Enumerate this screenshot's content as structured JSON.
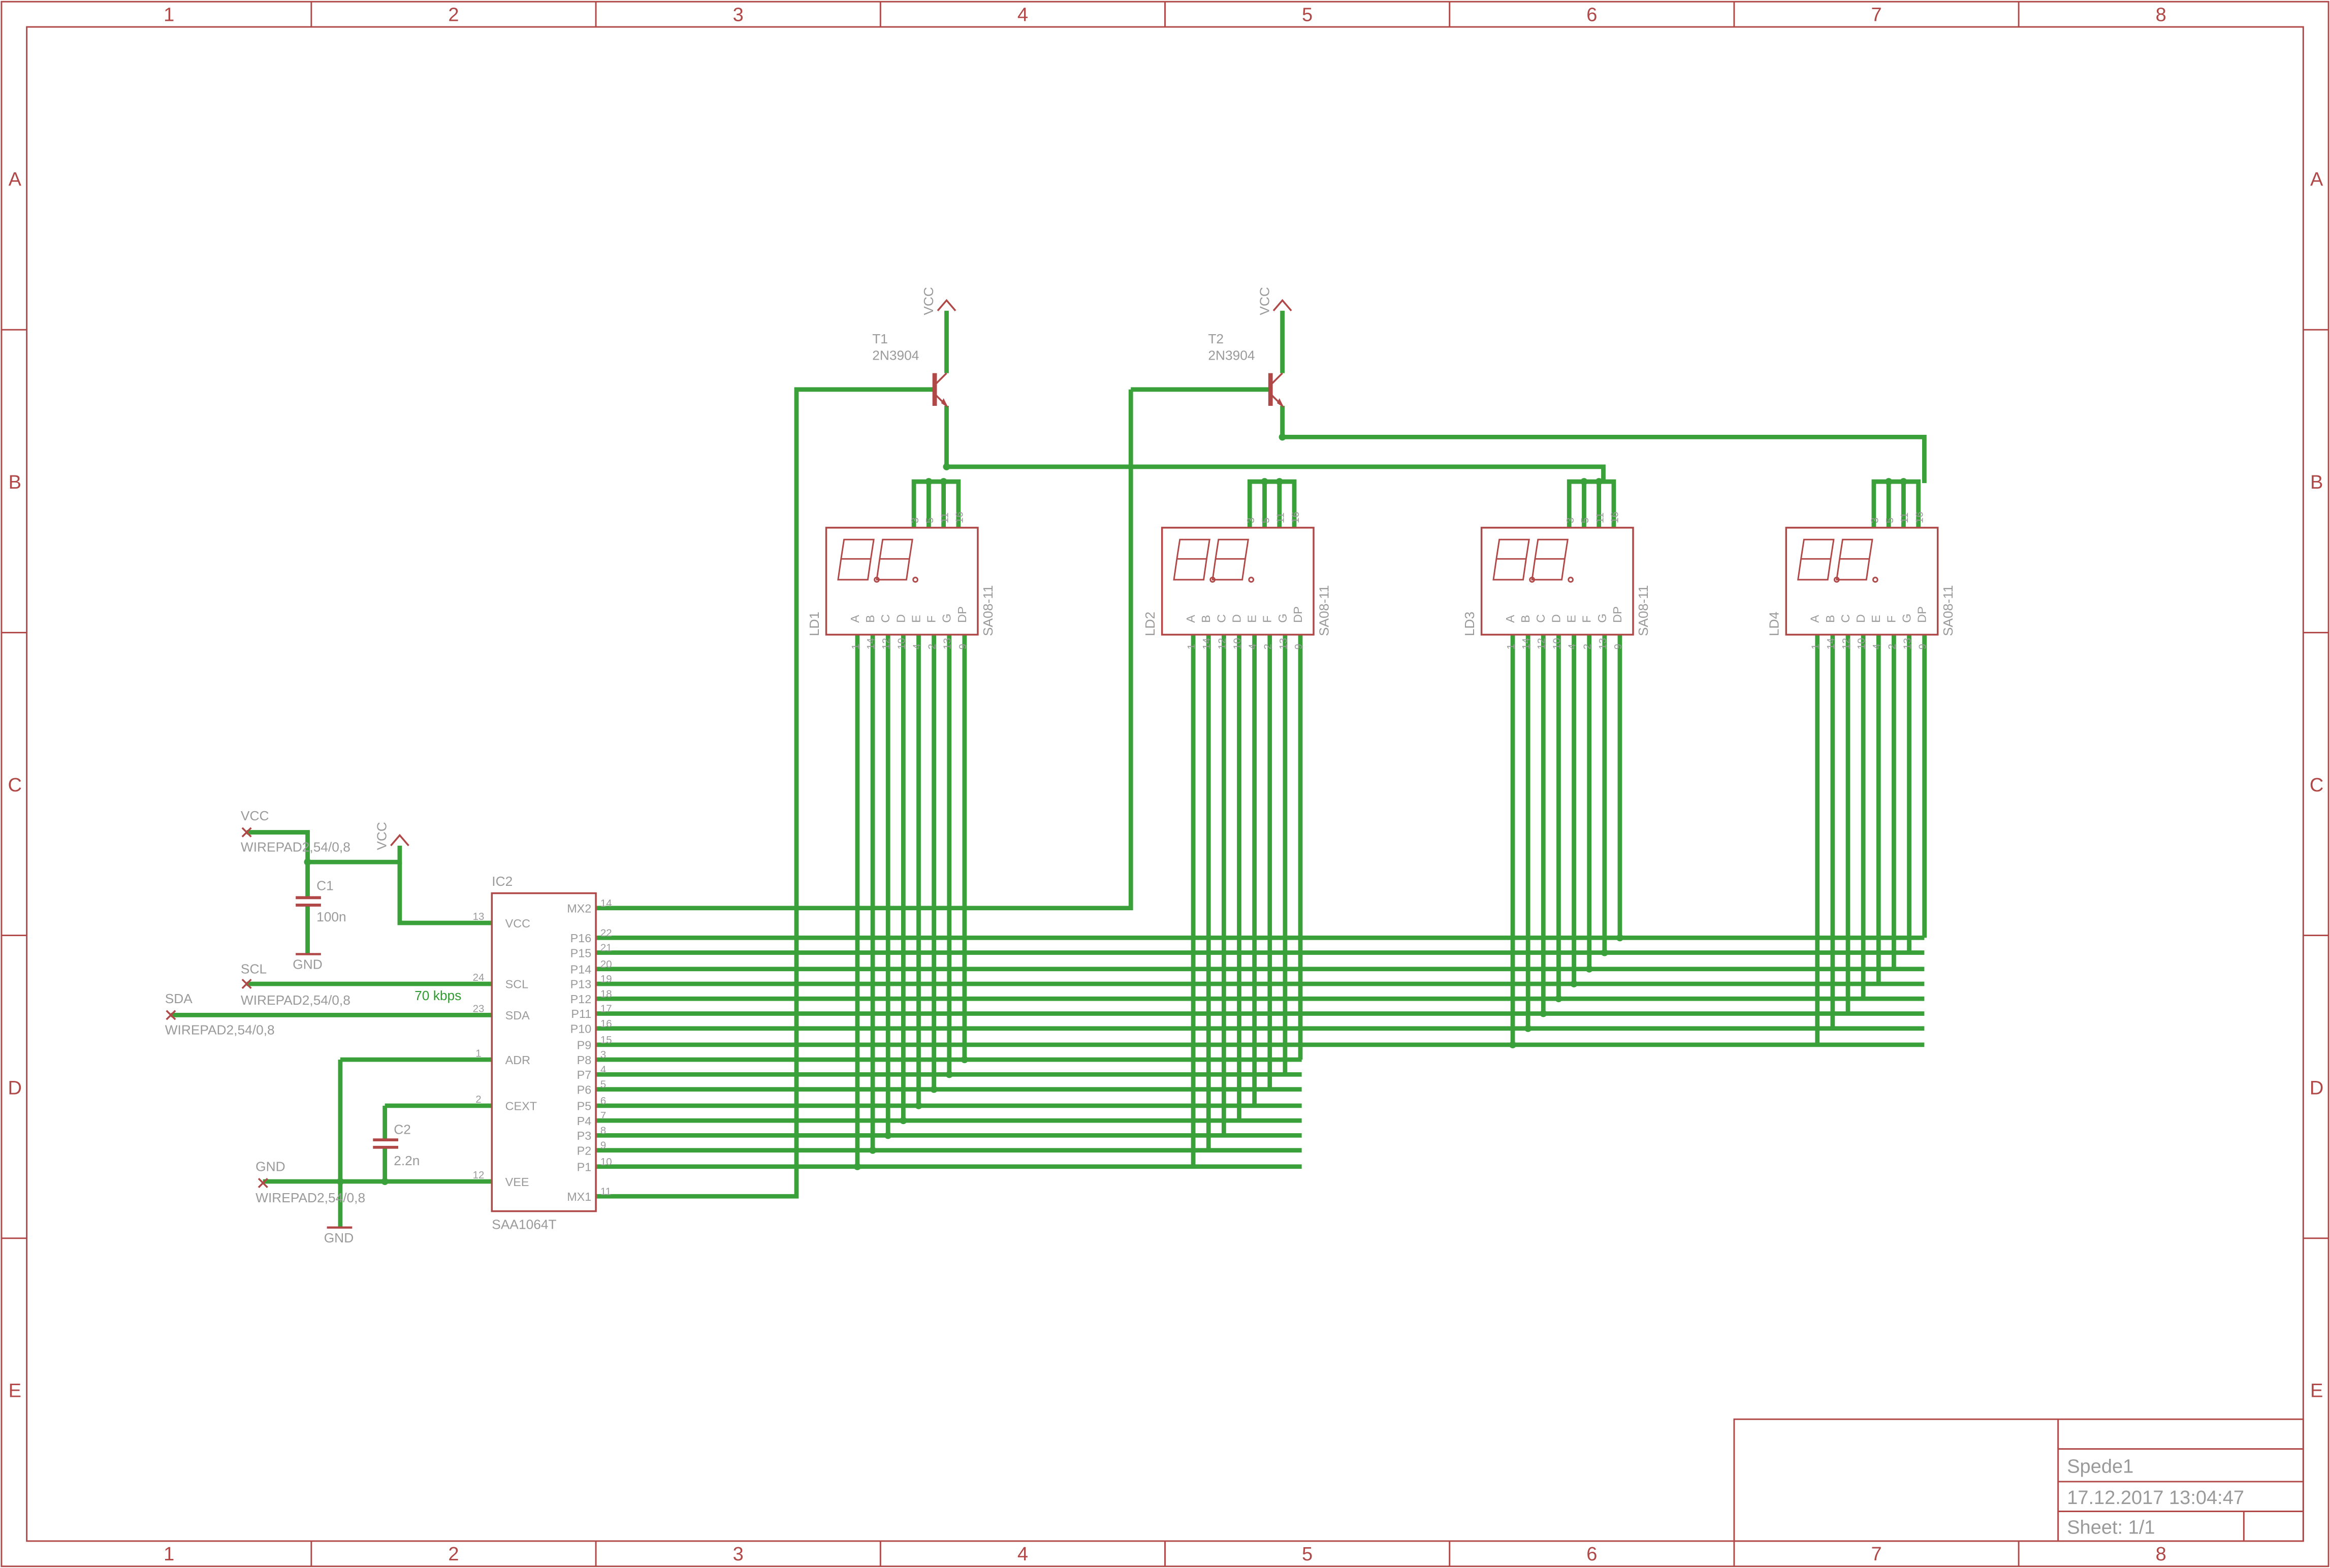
{
  "frame": {
    "columns": [
      "1",
      "2",
      "3",
      "4",
      "5",
      "6",
      "7",
      "8"
    ],
    "rows": [
      "A",
      "B",
      "C",
      "D",
      "E"
    ]
  },
  "title_block": {
    "title": "Spede1",
    "datetime": "17.12.2017 13:04:47",
    "sheet": "Sheet: 1/1"
  },
  "ic": {
    "name": "IC2",
    "value": "SAA1064T",
    "left_pins": [
      {
        "num": "13",
        "name": "VCC"
      },
      {
        "num": "24",
        "name": "SCL"
      },
      {
        "num": "23",
        "name": "SDA"
      },
      {
        "num": "1",
        "name": "ADR"
      },
      {
        "num": "2",
        "name": "CEXT"
      },
      {
        "num": "12",
        "name": "VEE"
      }
    ],
    "right_pins": [
      {
        "num": "14",
        "name": "MX2"
      },
      {
        "num": "22",
        "name": "P16"
      },
      {
        "num": "21",
        "name": "P15"
      },
      {
        "num": "20",
        "name": "P14"
      },
      {
        "num": "19",
        "name": "P13"
      },
      {
        "num": "18",
        "name": "P12"
      },
      {
        "num": "17",
        "name": "P11"
      },
      {
        "num": "16",
        "name": "P10"
      },
      {
        "num": "15",
        "name": "P9"
      },
      {
        "num": "3",
        "name": "P8"
      },
      {
        "num": "4",
        "name": "P7"
      },
      {
        "num": "5",
        "name": "P6"
      },
      {
        "num": "6",
        "name": "P5"
      },
      {
        "num": "7",
        "name": "P4"
      },
      {
        "num": "8",
        "name": "P3"
      },
      {
        "num": "9",
        "name": "P2"
      },
      {
        "num": "10",
        "name": "P1"
      },
      {
        "num": "11",
        "name": "MX1"
      }
    ]
  },
  "capacitors": [
    {
      "name": "C1",
      "value": "100n"
    },
    {
      "name": "C2",
      "value": "2.2n"
    }
  ],
  "pads": [
    {
      "name": "VCC",
      "package": "WIREPAD2,54/0,8"
    },
    {
      "name": "SCL",
      "package": "WIREPAD2,54/0,8"
    },
    {
      "name": "SDA",
      "package": "WIREPAD2,54/0,8"
    },
    {
      "name": "GND",
      "package": "WIREPAD2,54/0,8"
    }
  ],
  "annotations": {
    "bus_speed": "70 kbps"
  },
  "power": {
    "vcc": "VCC",
    "gnd": "GND"
  },
  "transistors": [
    {
      "name": "T1",
      "value": "2N3904"
    },
    {
      "name": "T2",
      "value": "2N3904"
    }
  ],
  "displays": [
    {
      "name": "LD1",
      "value": "SA08-11"
    },
    {
      "name": "LD2",
      "value": "SA08-11"
    },
    {
      "name": "LD3",
      "value": "SA08-11"
    },
    {
      "name": "LD4",
      "value": "SA08-11"
    }
  ],
  "display_segments": [
    "A",
    "B",
    "C",
    "D",
    "E",
    "F",
    "G",
    "DP"
  ],
  "display_bottom_pins": [
    "1",
    "14",
    "12",
    "10",
    "4",
    "2",
    "13",
    "9"
  ],
  "display_top_pins": [
    "3",
    "5",
    "11",
    "16"
  ],
  "colors": {
    "frame": "#b04848",
    "wire": "#3aa03a",
    "text": "#9a9a9a"
  }
}
